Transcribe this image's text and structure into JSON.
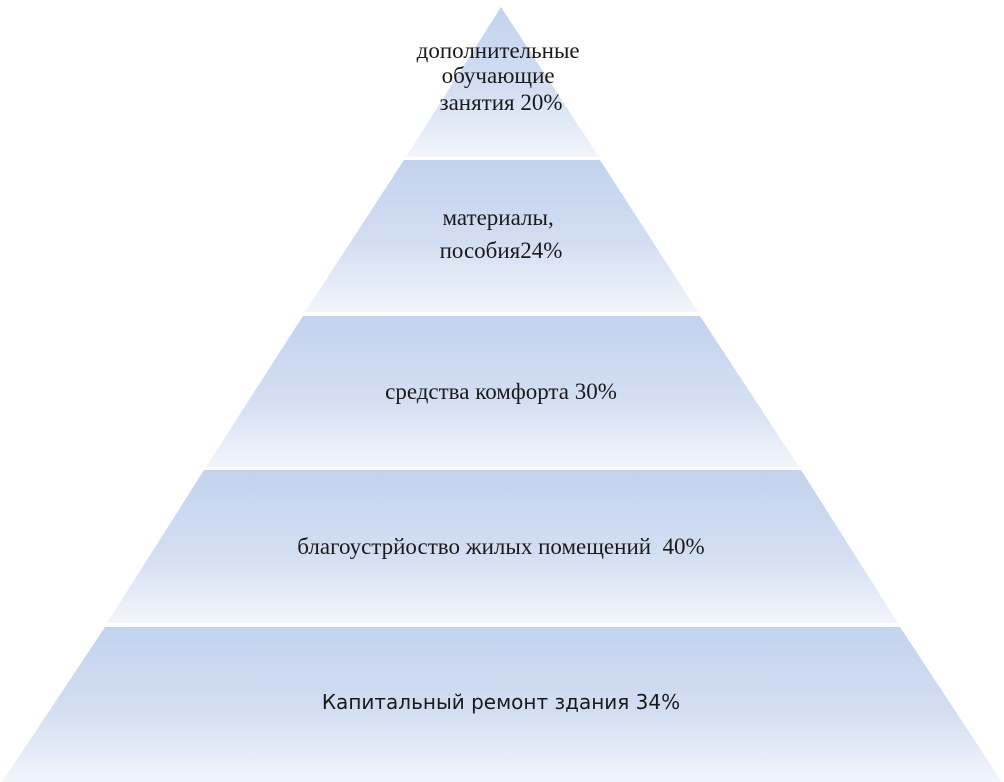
{
  "pyramid": {
    "levels": [
      {
        "lines": [
          "дополнительные",
          "обучающие",
          "занятия 20%"
        ]
      },
      {
        "lines": [
          "материалы,",
          "пособия24%"
        ]
      },
      {
        "lines": [
          "средства комфорта 30%"
        ]
      },
      {
        "lines": [
          "благоустрйоство жилых помещений  40%"
        ]
      },
      {
        "lines": [
          "Капитальный ремонт здания 34%"
        ]
      }
    ]
  }
}
